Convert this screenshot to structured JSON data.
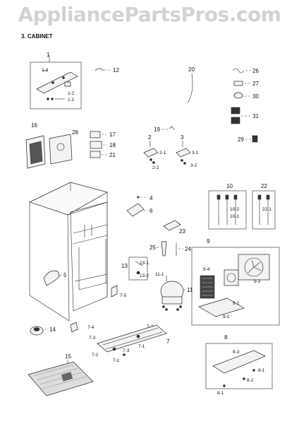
{
  "watermark": "AppliancePartsPros.com",
  "section_title": "3. CABINET",
  "callouts": {
    "c1": "1",
    "c1_3": "1-3",
    "c1_2": "1-2",
    "c1_1": "1-1",
    "c12": "12",
    "c16": "16",
    "c28": "28",
    "c17": "17",
    "c18": "18",
    "c21": "21",
    "c19": "19",
    "c2": "2",
    "c2_1": "2-1",
    "c2_2": "2-2",
    "c3": "3",
    "c3_1": "3-1",
    "c3_2": "3-2",
    "c20": "20",
    "c26": "26",
    "c27": "27",
    "c30": "30",
    "c31": "31",
    "c29": "29",
    "c10": "10",
    "c10_2": "10-2",
    "c10_1": "10-1",
    "c22": "22",
    "c22_1": "22-1",
    "c4": "4",
    "c6": "6",
    "c23": "23",
    "c25": "25",
    "c24": "24",
    "c5": "5",
    "c13": "13",
    "c13_1": "13-1",
    "c13_2": "13-2",
    "c9": "9",
    "c9_4": "9-4",
    "c9_3": "9-3",
    "c9_2": "9-2",
    "c9_1": "9-1",
    "c11_1": "11-1",
    "c11": "11",
    "c7_5": "7-5",
    "c7_4": "7-4",
    "c14": "14",
    "c7_2a": "7-2",
    "c7_3a": "7-3",
    "c7_1a": "7-1",
    "c7": "7",
    "c7_2b": "7-2",
    "c7_3b": "7-3",
    "c7_1b": "7-1",
    "c8": "8",
    "c8_3": "8-3",
    "c8_1a": "8-1",
    "c8_2": "8-2",
    "c8_1b": "8-1",
    "c15": "15"
  }
}
